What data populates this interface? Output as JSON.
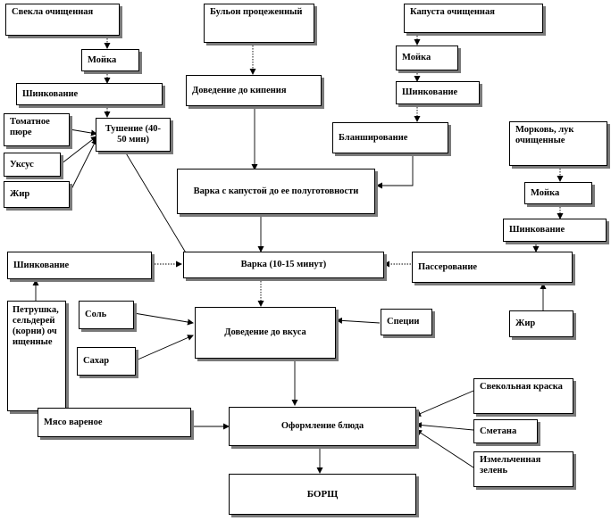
{
  "nodes": {
    "svekla": "Свекла очищенная",
    "moika1": "Мойка",
    "shink1": "Шинкование",
    "tomat": "Томатное пюре",
    "uksus": "Уксус",
    "zhir1": "Жир",
    "tushenie": "Тушение (40-50 мин)",
    "bulon": "Бульон процеженный",
    "dovedenie_kip": "Доведение до кипения",
    "varka_kap": "Варка с капустой до ее полуготовности",
    "kapusta": "Капуста очищенная",
    "moika2": "Мойка",
    "shink2": "Шинкование",
    "blansh": "Бланширование",
    "morkov": "Морковь, лук очищенные",
    "moika3": "Мойка",
    "shink3": "Шинкование",
    "shink4": "Шинкование",
    "varka10": "Варка (10-15 минут)",
    "passer": "Пассерование",
    "petrushka": "Петрушка, сельдерей (корни) очищенные",
    "sol": "Соль",
    "sahar": "Сахар",
    "dovedenie_vkus": "Доведение до вкуса",
    "specii": "Специи",
    "zhir2": "Жир",
    "myaso": "Мясо вареное",
    "oformlenie": "Оформление блюда",
    "svek_kraska": "Свекольная краска",
    "smetana": "Сметана",
    "zelen": "Измельченная зелень",
    "borsch": "БОРЩ"
  },
  "colors": {
    "stroke": "#000000",
    "shadow": "#7a7a7a",
    "background": "#ffffff"
  }
}
